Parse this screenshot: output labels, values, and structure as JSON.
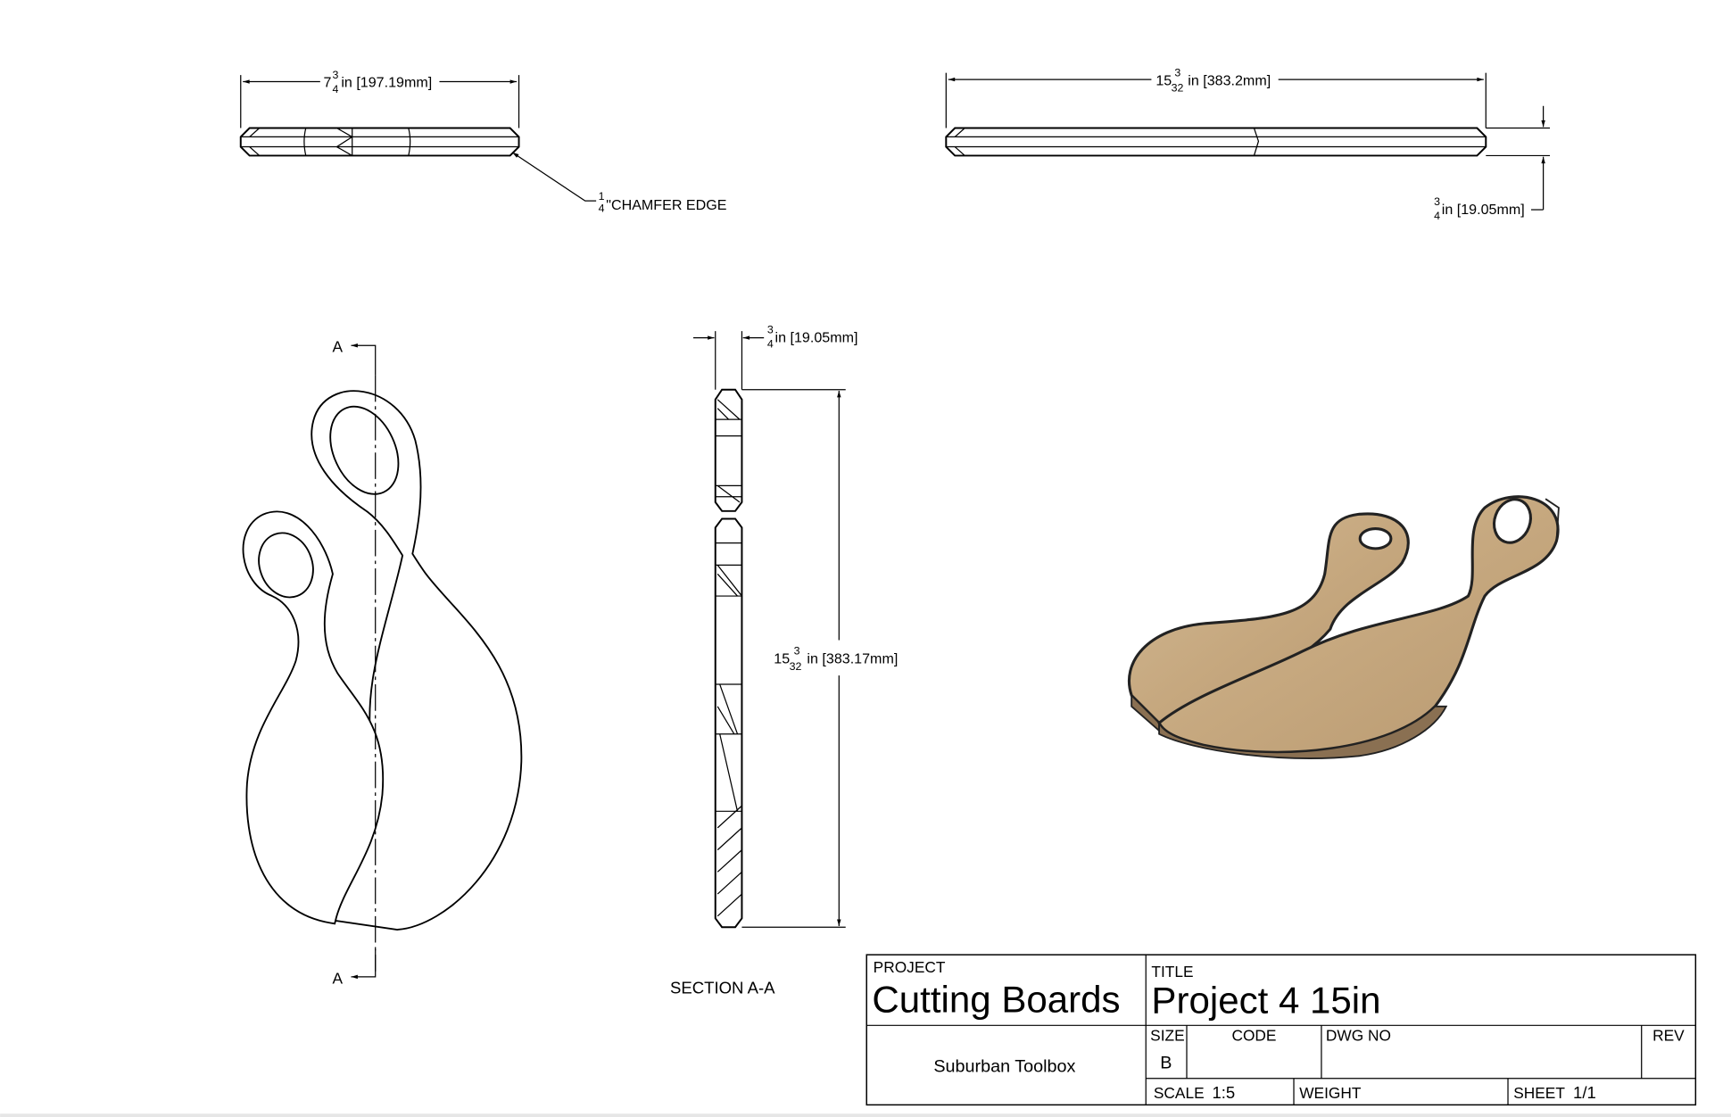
{
  "top_left_view": {
    "width_dim": {
      "whole": "7",
      "num": "3",
      "den": "4",
      "rest": "in [197.19mm]"
    },
    "chamfer_note": {
      "num": "1",
      "den": "4",
      "rest": "\"CHAMFER EDGE"
    }
  },
  "top_right_view": {
    "length_dim": {
      "whole": "15",
      "num": "3",
      "den": "32",
      "rest": "in [383.2mm]"
    },
    "thickness_dim": {
      "num": "3",
      "den": "4",
      "rest": "in [19.05mm]"
    }
  },
  "front_view": {
    "section_marker_top": "A",
    "section_marker_bottom": "A"
  },
  "section_view": {
    "thickness_dim": {
      "num": "3",
      "den": "4",
      "rest": "in [19.05mm]"
    },
    "length_dim": {
      "whole": "15",
      "num": "3",
      "den": "32",
      "rest": "in [383.17mm]"
    },
    "label": "SECTION A-A"
  },
  "iso_view": {
    "wood_color": "#c8ab84",
    "wood_dark": "#8a7052"
  },
  "title_block": {
    "project_label": "PROJECT",
    "project_value": "Cutting Boards",
    "title_label": "TITLE",
    "title_value": "Project 4 15in",
    "company": "Suburban Toolbox",
    "size_label": "SIZE",
    "size_value": "B",
    "code_label": "CODE",
    "dwg_no_label": "DWG NO",
    "rev_label": "REV",
    "scale_label": "SCALE",
    "scale_value": "1:5",
    "weight_label": "WEIGHT",
    "sheet_label": "SHEET",
    "sheet_value": "1/1"
  }
}
